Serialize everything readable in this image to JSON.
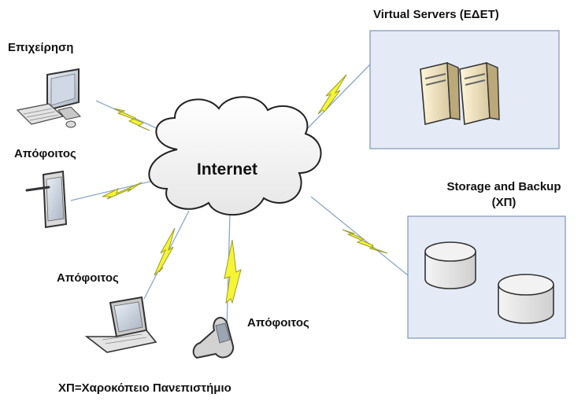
{
  "cloud": {
    "label": "Internet"
  },
  "labels": {
    "company": "Επιχείρηση",
    "graduate_tablet": "Απόφοιτος",
    "graduate_laptop": "Απόφοιτος",
    "graduate_phone": "Απόφοιτος",
    "virtual_servers": "Virtual Servers (ΕΔΕΤ)",
    "storage_line1": "Storage and Backup",
    "storage_line2": "(ΧΠ)",
    "footnote": "ΧΠ=Χαροκόπειο Πανεπιστήμιο"
  },
  "icons": {
    "desktop": "desktop-computer-icon",
    "tablet": "tablet-icon",
    "laptop": "laptop-icon",
    "phone": "mobile-phone-icon",
    "server": "server-tower-icon",
    "storage": "disk-storage-icon"
  },
  "colors": {
    "lightning_fill": "#f5f535",
    "lightning_stroke": "#9c9c2a",
    "panel_fill": "#e4ebf6",
    "panel_stroke": "#7f94b4",
    "link_line": "#8aa6c8"
  }
}
